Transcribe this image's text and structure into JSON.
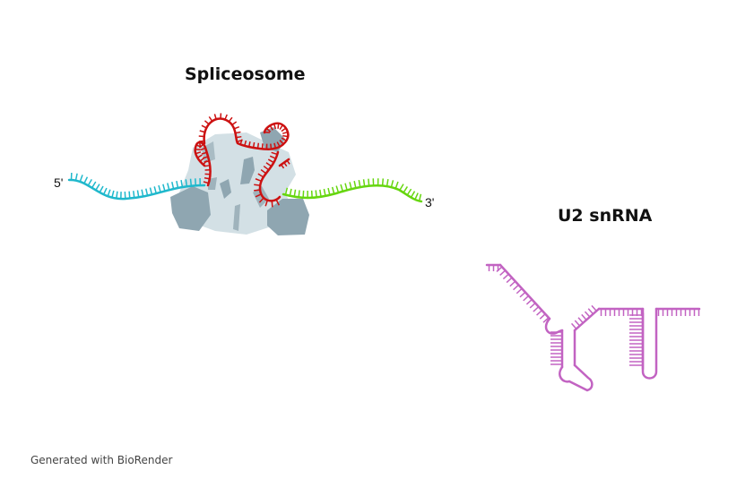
{
  "spliceosome": {
    "title": "Spliceosome",
    "five_prime_label": "5'",
    "three_prime_label": "3'",
    "colors": {
      "exon5": "#1fb8cc",
      "exon3": "#66d60f",
      "snrna": "#cc1111",
      "protein_light": "#cfdde2",
      "protein_dark": "#8ea5b0"
    }
  },
  "u2": {
    "title": "U2 snRNA",
    "color": "#c263c2"
  },
  "footer": "Generated with BioRender"
}
